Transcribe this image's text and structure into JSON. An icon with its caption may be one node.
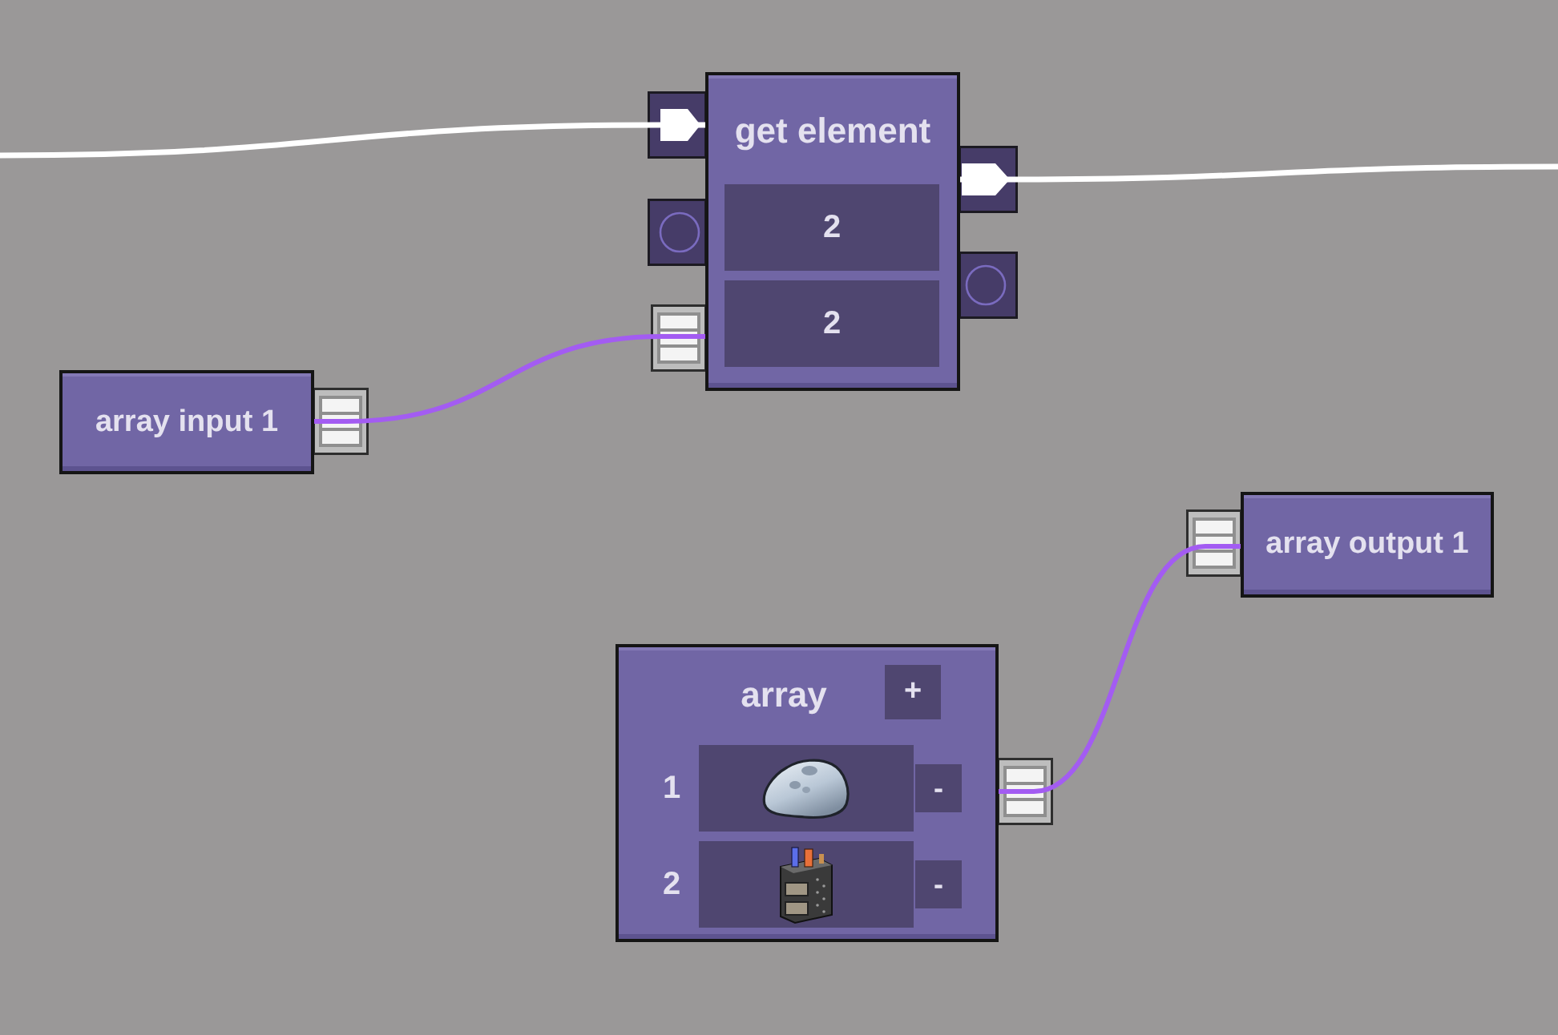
{
  "diagram": {
    "nodes": [
      {
        "text": [
          "get element"
        ]
      },
      {
        "text": [
          "2"
        ],
        "in": 0
      },
      {
        "text": [
          "2"
        ],
        "in": 0
      },
      {
        "text": [
          "array input 1"
        ]
      },
      {
        "text": [
          "array output 1"
        ]
      },
      {
        "text": [
          "array"
        ]
      },
      {
        "text": [
          "+"
        ],
        "in": 5
      },
      {
        "text": [],
        "shape": "picture",
        "in": 5,
        "beside": [
          "1"
        ]
      },
      {
        "text": [
          "-"
        ],
        "in": 5
      },
      {
        "text": [],
        "shape": "picture",
        "in": 5,
        "beside": [
          "2"
        ]
      },
      {
        "text": [
          "-"
        ],
        "in": 5
      }
    ],
    "edges": [
      {
        "from": null,
        "to": 0,
        "arrow": "none",
        "color": "#ffffff"
      },
      {
        "from": 0,
        "to": null,
        "arrow": "none",
        "color": "#ffffff"
      },
      {
        "from": 3,
        "to": 0,
        "arrow": "none",
        "color": "#a35cf2"
      },
      {
        "from": 5,
        "to": 4,
        "arrow": "none",
        "color": "#a35cf2"
      }
    ]
  }
}
